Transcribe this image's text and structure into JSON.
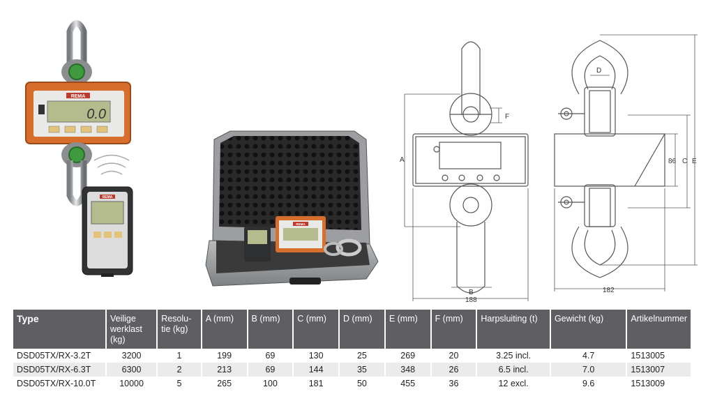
{
  "product_images": {
    "main_display_brand": "REMA",
    "main_display_reading": "0.0",
    "remote_brand": "REMA",
    "case_display_brand": "REMA"
  },
  "drawing_front": {
    "labels": {
      "a": "A",
      "b": "B",
      "f": "F",
      "width": "188"
    }
  },
  "drawing_side": {
    "labels": {
      "d": "D",
      "dim86": "86",
      "c": "C",
      "e": "E",
      "width": "182"
    }
  },
  "table": {
    "headers": {
      "type": "Type",
      "load_1": "Veilige",
      "load_2": "werklast",
      "load_3": "(kg)",
      "res_1": "Resolu-",
      "res_2": "tie (kg)",
      "a": "A (mm)",
      "b": "B (mm)",
      "c": "C (mm)",
      "d": "D (mm)",
      "e": "E (mm)",
      "f": "F (mm)",
      "harp": "Harpsluiting (t)",
      "weight": "Gewicht (kg)",
      "article": "Artikelnummer"
    },
    "rows": [
      {
        "type": "DSD05TX/RX-3.2T",
        "load": "3200",
        "res": "1",
        "a": "199",
        "b": "69",
        "c": "130",
        "d": "25",
        "e": "269",
        "f": "20",
        "harp": "3.25 incl.",
        "weight": "4.7",
        "article": "1513005"
      },
      {
        "type": "DSD05TX/RX-6.3T",
        "load": "6300",
        "res": "2",
        "a": "213",
        "b": "69",
        "c": "144",
        "d": "35",
        "e": "348",
        "f": "26",
        "harp": "6.5 incl.",
        "weight": "7.0",
        "article": "1513007"
      },
      {
        "type": "DSD05TX/RX-10.0T",
        "load": "10000",
        "res": "5",
        "a": "265",
        "b": "100",
        "c": "181",
        "d": "50",
        "e": "455",
        "f": "36",
        "harp": "12 excl.",
        "weight": "9.6",
        "article": "1513009"
      }
    ]
  }
}
